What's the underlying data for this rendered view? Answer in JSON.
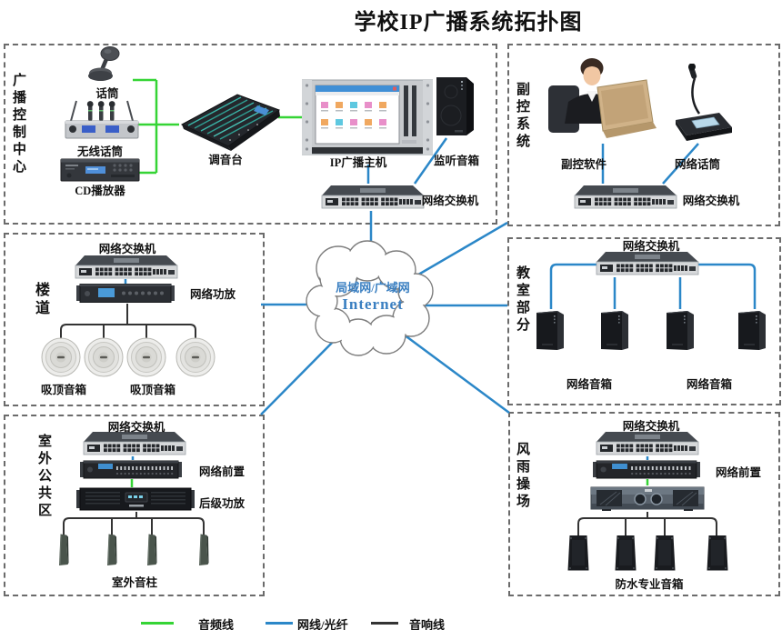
{
  "title": "学校IP广播系统拓扑图",
  "cloud": {
    "line1": "局域网/广域网",
    "line2": "Internet",
    "text_color": "#3a7fc1"
  },
  "legend": [
    {
      "label": "音频线",
      "color": "#35d435"
    },
    {
      "label": "网线/光纤",
      "color": "#2b87c8"
    },
    {
      "label": "音响线",
      "color": "#333333"
    }
  ],
  "sections": {
    "control": {
      "name": "广播控制中心",
      "mic": "话筒",
      "wireless_mic": "无线话筒",
      "cd_player": "CD播放器",
      "mixer": "调音台",
      "ip_host": "IP广播主机",
      "monitor_speaker": "监听音箱",
      "switch": "网络交换机"
    },
    "subcontrol": {
      "name": "副控系统",
      "software": "副控软件",
      "network_mic": "网络话筒",
      "switch": "网络交换机"
    },
    "corridor": {
      "name": "楼道",
      "switch": "网络交换机",
      "amplifier": "网络功放",
      "ceiling_speaker_left": "吸顶音箱",
      "ceiling_speaker_right": "吸顶音箱"
    },
    "classroom": {
      "name": "教室部分",
      "switch": "网络交换机",
      "speaker_left": "网络音箱",
      "speaker_right": "网络音箱"
    },
    "outdoor": {
      "name": "室外公共区",
      "switch": "网络交换机",
      "preamp": "网络前置",
      "power_amp": "后级功放",
      "column_speaker": "室外音柱"
    },
    "playground": {
      "name": "风雨操场",
      "switch": "网络交换机",
      "preamp": "网络前置",
      "waterproof_speaker": "防水专业音箱"
    }
  }
}
